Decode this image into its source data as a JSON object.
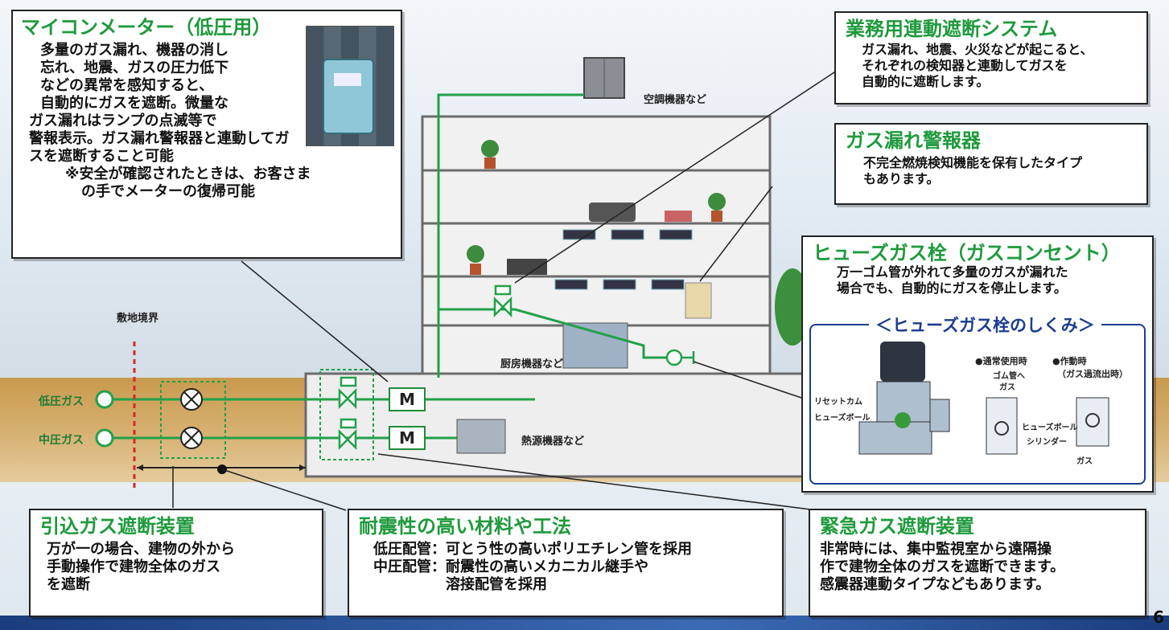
{
  "meter_box": {
    "title": "マイコンメーター（低圧用）",
    "lines": [
      "多量のガス漏れ、機器の消し",
      "忘れ、地震、ガスの圧力低下",
      "などの異常を感知すると、",
      "自動的にガスを遮断。微量な",
      "ガス漏れはランプの点滅等で",
      "警報表示。ガス漏れ警報器と連動してガ",
      "スを遮断すること可能"
    ],
    "note_lines": [
      "※安全が確認されたときは、お客さま",
      "の手でメーターの復帰可能"
    ]
  },
  "system_box": {
    "title": "業務用連動遮断システム",
    "lines": [
      "ガス漏れ、地震、火災などが起こると、",
      "それぞれの検知器と連動してガスを",
      "自動的に遮断します。"
    ]
  },
  "alarm_box": {
    "title": "ガス漏れ警報器",
    "lines": [
      "不完全燃焼検知機能を保有したタイプ",
      "もあります。"
    ]
  },
  "fuse_box": {
    "title": "ヒューズガス栓（ガスコンセント）",
    "lines": [
      "万一ゴム管が外れて多量のガスが漏れた",
      "場合でも、自動的にガスを停止します。"
    ],
    "mechanism_title": "＜ヒューズガス栓のしくみ＞",
    "labels": {
      "reset_cam": "リセットカム",
      "fuse_ball_left": "ヒューズボール",
      "normal_use": "●通常使用時",
      "to_hose_1": "ゴム管へ",
      "to_hose_2": "ガス",
      "fuse_ball_right": "ヒューズボール",
      "cylinder": "シリンダー",
      "operating": "●作動時",
      "overflow": "（ガス過流出時）",
      "gas": "ガス"
    }
  },
  "inlet_box": {
    "title": "引込ガス遮断装置",
    "lines": [
      "万が一の場合、建物の外から",
      "手動操作で建物全体のガス",
      "を遮断"
    ]
  },
  "quake_box": {
    "title": "耐震性の高い材料や工法",
    "lines": [
      "低圧配管：可とう性の高いポリエチレン管を採用",
      "中圧配管：耐震性の高いメカニカル継手や",
      "　　　　　溶接配管を採用"
    ]
  },
  "emergency_box": {
    "title": "緊急ガス遮断装置",
    "lines": [
      "非常時には、集中監視室から遠隔操",
      "作で建物全体のガスを遮断できます。",
      "感震器連動タイプなどもあります。"
    ]
  },
  "diagram": {
    "aircon_label": "空調機器など",
    "boundary_label": "敷地境界",
    "low_pressure_label": "低圧ガス",
    "mid_pressure_label": "中圧ガス",
    "kitchen_label": "厨房機器など",
    "heat_label": "熱源機器など",
    "meter_symbol": "M"
  },
  "page_number": "6",
  "colors": {
    "accent_green": "#1e9a3c",
    "pipe_green": "#22a04a",
    "mechanism_blue": "#1a3d8f"
  }
}
